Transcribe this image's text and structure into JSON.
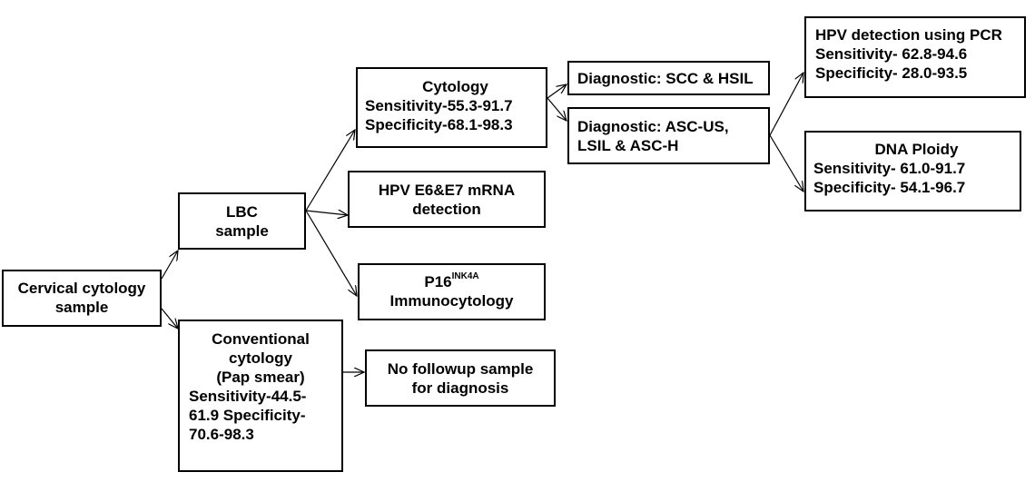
{
  "colors": {
    "stroke": "#000000",
    "background": "#ffffff",
    "text": "#000000"
  },
  "nodes": {
    "cervical": {
      "lines": [
        "Cervical cytology",
        "sample"
      ]
    },
    "lbc": {
      "lines": [
        "LBC",
        "sample"
      ]
    },
    "conventional": {
      "lines": [
        "Conventional",
        "cytology",
        "(Pap smear)",
        "Sensitivity-44.5-",
        "61.9 Specificity-",
        "70.6-98.3"
      ]
    },
    "cytology": {
      "lines": [
        "Cytology",
        "Sensitivity-55.3-91.7",
        "Specificity-68.1-98.3"
      ]
    },
    "hpv_mrna": {
      "lines": [
        "HPV E6&E7 mRNA",
        "detection"
      ]
    },
    "p16": {
      "base": "P16",
      "superscript": "INK4A",
      "line2": "Immunocytology"
    },
    "no_followup": {
      "lines": [
        "No followup sample",
        "for diagnosis"
      ]
    },
    "diag_scc": {
      "lines": [
        "Diagnostic:  SCC & HSIL"
      ]
    },
    "diag_ascus": {
      "lines": [
        "Diagnostic:  ASC-US,",
        "LSIL & ASC-H"
      ]
    },
    "hpv_pcr": {
      "lines": [
        "HPV detection using PCR",
        "Sensitivity-  62.8-94.6",
        "Specificity-   28.0-93.5"
      ]
    },
    "dna_ploidy": {
      "lines": [
        "DNA Ploidy",
        "Sensitivity-  61.0-91.7",
        "Specificity-   54.1-96.7"
      ]
    }
  },
  "edges": [
    {
      "from": "cervical",
      "to": "lbc"
    },
    {
      "from": "cervical",
      "to": "conventional"
    },
    {
      "from": "lbc",
      "to": "cytology"
    },
    {
      "from": "lbc",
      "to": "hpv_mrna"
    },
    {
      "from": "lbc",
      "to": "p16"
    },
    {
      "from": "conventional",
      "to": "no_followup"
    },
    {
      "from": "cytology",
      "to": "diag_scc"
    },
    {
      "from": "cytology",
      "to": "diag_ascus"
    },
    {
      "from": "diag_ascus",
      "to": "hpv_pcr"
    },
    {
      "from": "diag_ascus",
      "to": "dna_ploidy"
    }
  ]
}
